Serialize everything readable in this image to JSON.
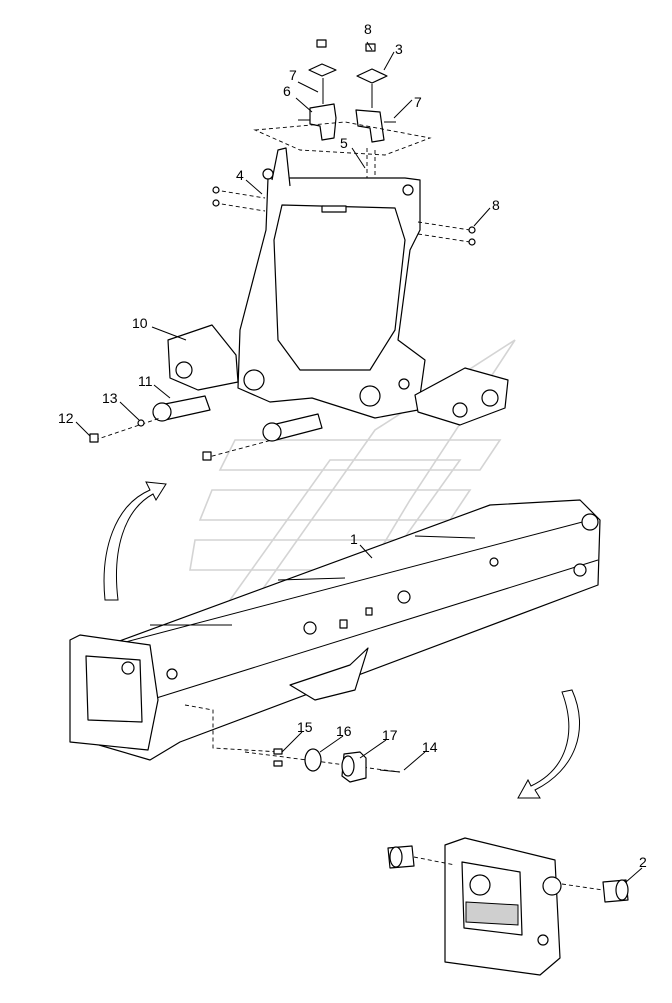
{
  "callouts": [
    {
      "id": "c8a",
      "label": "8"
    },
    {
      "id": "c3",
      "label": "3"
    },
    {
      "id": "c7a",
      "label": "7"
    },
    {
      "id": "c6",
      "label": "6"
    },
    {
      "id": "c7b",
      "label": "7"
    },
    {
      "id": "c5",
      "label": "5"
    },
    {
      "id": "c4",
      "label": "4"
    },
    {
      "id": "c8b",
      "label": "8"
    },
    {
      "id": "c10",
      "label": "10"
    },
    {
      "id": "c11",
      "label": "11"
    },
    {
      "id": "c13",
      "label": "13"
    },
    {
      "id": "c12",
      "label": "12"
    },
    {
      "id": "c1",
      "label": "1"
    },
    {
      "id": "c15",
      "label": "15"
    },
    {
      "id": "c16",
      "label": "16"
    },
    {
      "id": "c17",
      "label": "17"
    },
    {
      "id": "c14",
      "label": "14"
    },
    {
      "id": "c2",
      "label": "2"
    }
  ],
  "colors": {
    "line": "#000000",
    "background": "#ffffff",
    "watermark": "#d4d4d4",
    "shade": "#3a3a3a"
  }
}
